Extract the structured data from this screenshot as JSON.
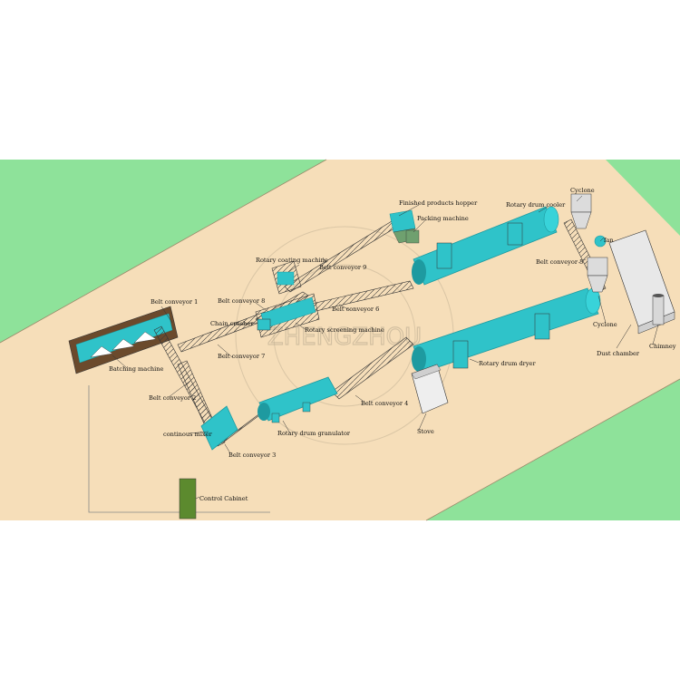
{
  "colors": {
    "floor": "#f6deb9",
    "grass": "#8ee29a",
    "equipment": "#2fc3c9",
    "equipment_dark": "#1e9aa0",
    "frame": "#404040",
    "cabinet": "#5c8a2e"
  },
  "watermark": {
    "text": "ZHENGZHOU"
  },
  "labels": {
    "finished_products_hopper": "Finished products hopper",
    "packing_machine": "Packing machine",
    "rotary_drum_cooler": "Rotary drum cooler",
    "cyclone_top": "Cyclone",
    "fan": "fan",
    "rotary_coating_machine": "Rotary coating machine",
    "belt_conveyor_9": "Belt conveyor 9",
    "belt_conveyor_5": "Belt conveyor 5",
    "belt_conveyor_1": "Belt conveyor 1",
    "belt_conveyor_8": "Belt conveyor 8",
    "belt_conveyor_6": "Belt conveyor 6",
    "chain_crusher": "Chain crusher",
    "rotary_screening_machine": "Rotary screening machine",
    "cyclone_bottom": "Cyclone",
    "batching_machine": "Batching machine",
    "belt_conveyor_7": "Belt conveyor 7",
    "dust_chamber": "Dust chamber",
    "chimney": "Chimney",
    "rotary_drum_dryer": "Rotary drum dryer",
    "belt_conveyor_2": "Belt conveyor 2",
    "belt_conveyor_4": "Belt conveyor 4",
    "continous_mixer": "continous mixer",
    "rotary_drum_granulator": "Rotary drum granulator",
    "stove": "Stove",
    "belt_conveyor_3": "Belt conveyor 3",
    "control_cabinet": "Control Cabinet"
  }
}
